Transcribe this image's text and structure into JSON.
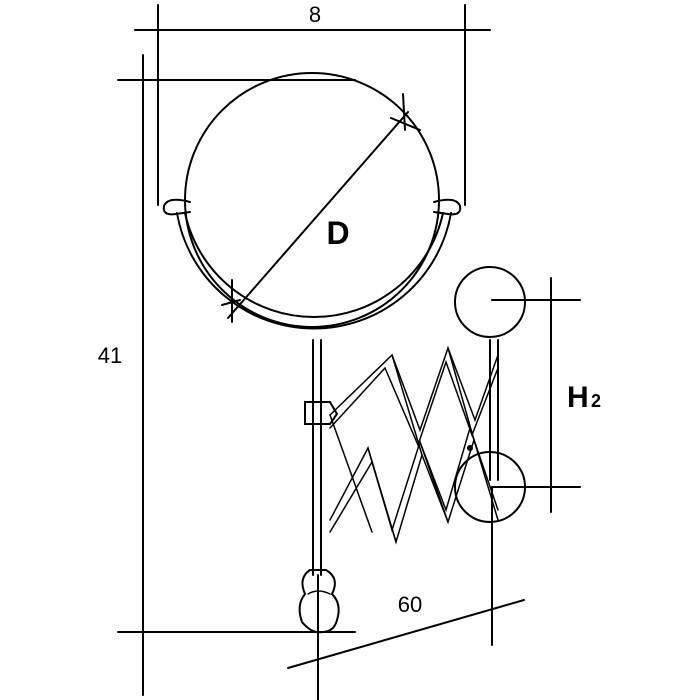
{
  "dimensions": {
    "top_width": "8",
    "overall_height": "41",
    "extension": "60",
    "mirror_diameter": "D",
    "small_mirror_height_main": "H",
    "small_mirror_height_sub": "2"
  },
  "colors": {
    "line": "#000000",
    "background": "#ffffff"
  }
}
